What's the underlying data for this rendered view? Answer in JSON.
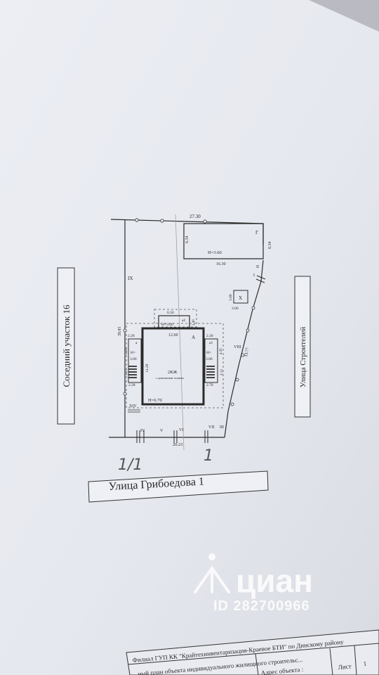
{
  "labels": {
    "top_dim": "27.30",
    "g_dim_left": "6.34",
    "g_dim_right": "6.34",
    "g_letter": "Г",
    "g_height": "H=3.60",
    "g_bottom": "16.30",
    "fence_ii": "II",
    "fence_i": "I",
    "ix": "IX",
    "x_letter": "X",
    "x_dim_side": "3.00",
    "x_dim_bottom": "3.00",
    "left_dim": "39.85",
    "right_dim": "33.77",
    "viii": "VIII",
    "a2_top": "6.50",
    "a2_letter": "a2",
    "a2_height": "H=3.00",
    "a2_side": "2.40",
    "a_letter": "A",
    "house_top": "12.60",
    "a_left_top": "2.28",
    "a_right_top": "2.30",
    "a_left_vert": "2.18",
    "a_right_vert": "4.30",
    "house_center_vert": "14.20",
    "a_letter_small": "a",
    "a1_letter": "a1",
    "h_left": "H=",
    "h_left_val": "3.00",
    "h_right": "H=",
    "h_right_val": "3.00",
    "left_313": "3.13",
    "right_313": "3.13",
    "house_code": "2КЖ",
    "house_desc": "с цокольным этажом",
    "left_228": "2.28",
    "right_228": "2.78",
    "house_height": "H=6.70",
    "xiv": "XIV",
    "iv": "IV",
    "v": "V",
    "vi": "VI",
    "vii": "VII",
    "iii": "III",
    "bottom_dim": "20.21"
  },
  "handwriting": {
    "left": "1/1",
    "right": "1"
  },
  "street_left": "Соседний участок 16",
  "street_right": "Улица Строителей",
  "street_bottom": "Улица  Грибоедова 1",
  "watermark": {
    "brand": "циан",
    "id": "ID 282700966"
  },
  "stamp": {
    "line1": "Филиал ГУП КК \"Крайтехинвентаризация-Краевое БТИ\" по Динскому району",
    "line2": "...ный план объекта индивидуального жилищного строительс...",
    "cell_address": "Адрес объекта :",
    "cell_sheet": "Лист",
    "cell_sheet_num": "1"
  }
}
